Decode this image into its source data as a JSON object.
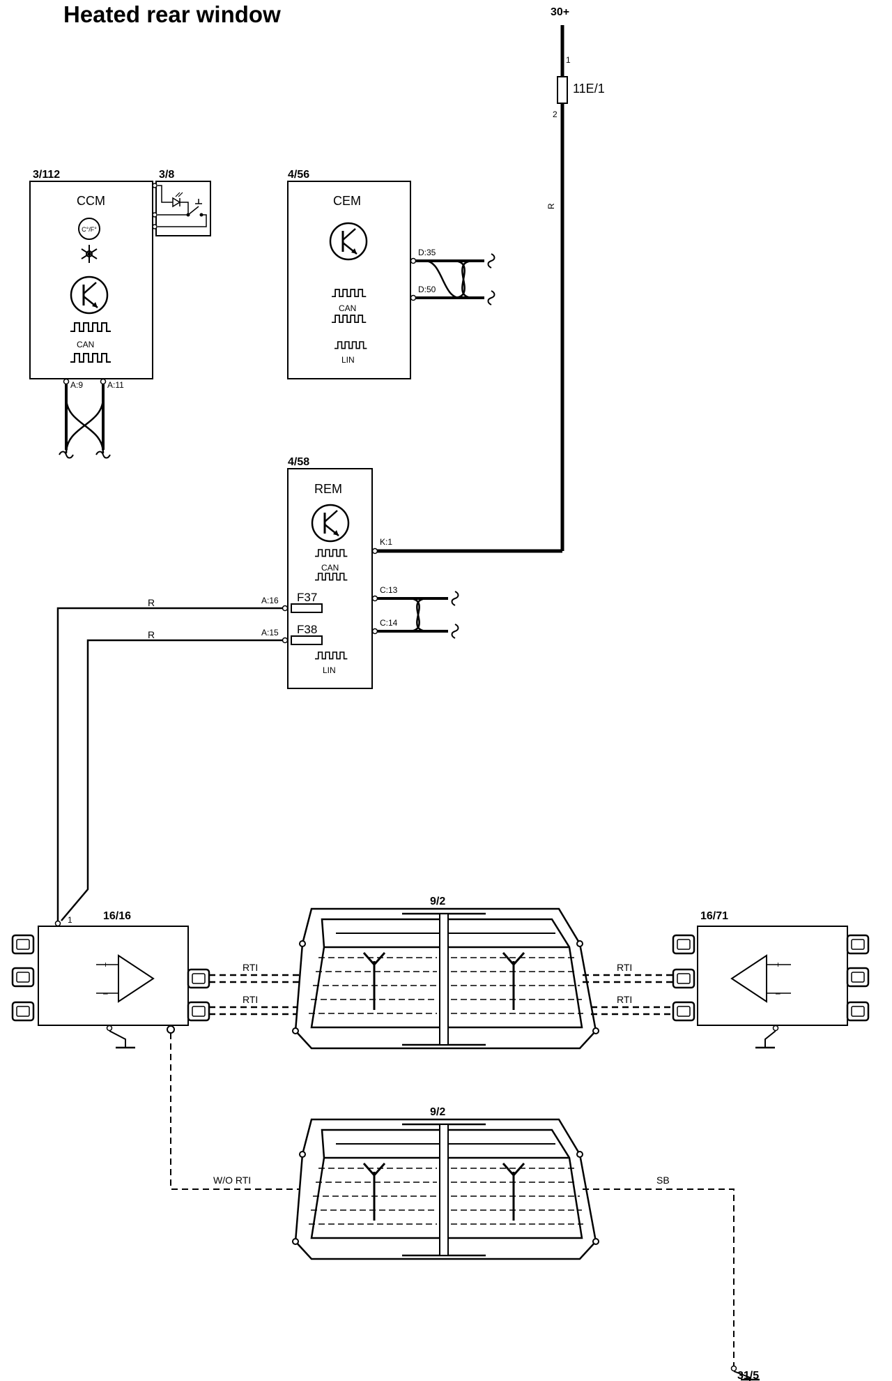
{
  "title": "Heated rear window",
  "supply": {
    "terminal": "30+",
    "fuse": "11E/1",
    "fuse_pin_in": "1",
    "fuse_pin_out": "2",
    "wire_color": "R"
  },
  "modules": {
    "ccm": {
      "ref": "3/112",
      "name": "CCM",
      "temp_label": "C°/F°",
      "can": "CAN",
      "pins": [
        "A:9",
        "A:11"
      ]
    },
    "switch": {
      "ref": "3/8"
    },
    "cem": {
      "ref": "4/56",
      "name": "CEM",
      "can": "CAN",
      "lin": "LIN",
      "pins": [
        "D:35",
        "D:50"
      ]
    },
    "rem": {
      "ref": "4/58",
      "name": "REM",
      "can": "CAN",
      "lin": "LIN",
      "pins": [
        "K:1",
        "C:13",
        "C:14",
        "A:16",
        "A:15"
      ],
      "fuses": [
        "F37",
        "F38"
      ]
    }
  },
  "wires": {
    "rem_a16": "R",
    "rem_a15": "R",
    "rti": "RTI",
    "wo_rti": "W/O RTI",
    "ground_wire": "SB"
  },
  "amplifiers": {
    "left": {
      "ref": "16/16",
      "pin": "1",
      "plus": "+",
      "minus": "–"
    },
    "right": {
      "ref": "16/71",
      "plus": "+",
      "minus": "–"
    }
  },
  "rear_window": {
    "ref": "9/2"
  },
  "ground": "31/5"
}
